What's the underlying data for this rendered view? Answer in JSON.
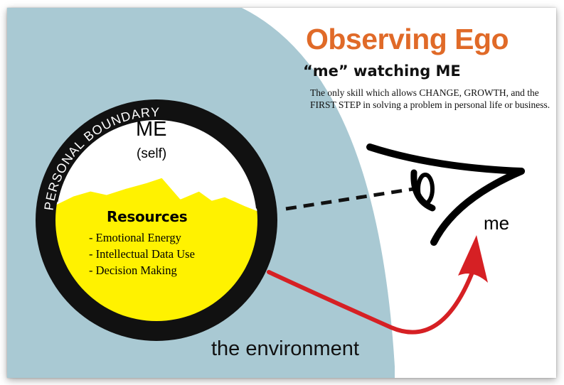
{
  "title": "Observing Ego",
  "subtitle": "“me” watching ME",
  "description": "The only skill which allows CHANGE, GROWTH, and the FIRST STEP in solving a problem in personal life or business.",
  "boundary_label": "PERSONAL BOUNDARY",
  "self_label": "ME",
  "self_sublabel": "(self)",
  "resources": {
    "heading": "Resources",
    "items": [
      "- Emotional Energy",
      "- Intellectual Data Use",
      "- Decision Making"
    ]
  },
  "observer_label": "me",
  "environment_label": "the environment",
  "colors": {
    "title": "#e06a28",
    "environment": "#a9c9d3",
    "resources_fill": "#fff200",
    "arrow": "#d62024",
    "boundary_ring": "#111111"
  },
  "icons": [
    "eye-icon",
    "arrow-icon"
  ]
}
